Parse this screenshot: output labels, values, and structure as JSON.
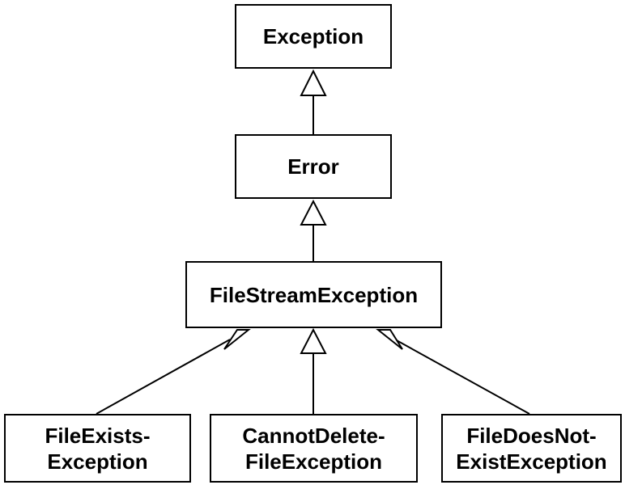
{
  "diagram": {
    "nodes": {
      "exception": {
        "lines": [
          "Exception"
        ]
      },
      "error": {
        "lines": [
          "Error"
        ]
      },
      "file_stream_exception": {
        "lines": [
          "FileStreamException"
        ]
      },
      "file_exists_exception": {
        "lines": [
          "FileExists-",
          "Exception"
        ]
      },
      "cannot_delete_file_exception": {
        "lines": [
          "CannotDelete-",
          "FileException"
        ]
      },
      "file_does_not_exist_exception": {
        "lines": [
          "FileDoesNot-",
          "ExistException"
        ]
      }
    },
    "edges": [
      {
        "from": "error",
        "to": "exception",
        "kind": "inheritance"
      },
      {
        "from": "file_stream_exception",
        "to": "error",
        "kind": "inheritance"
      },
      {
        "from": "file_exists_exception",
        "to": "file_stream_exception",
        "kind": "inheritance"
      },
      {
        "from": "cannot_delete_file_exception",
        "to": "file_stream_exception",
        "kind": "inheritance"
      },
      {
        "from": "file_does_not_exist_exception",
        "to": "file_stream_exception",
        "kind": "inheritance"
      }
    ],
    "colors": {
      "stroke": "#000000",
      "fill": "#ffffff",
      "text": "#000000"
    }
  }
}
